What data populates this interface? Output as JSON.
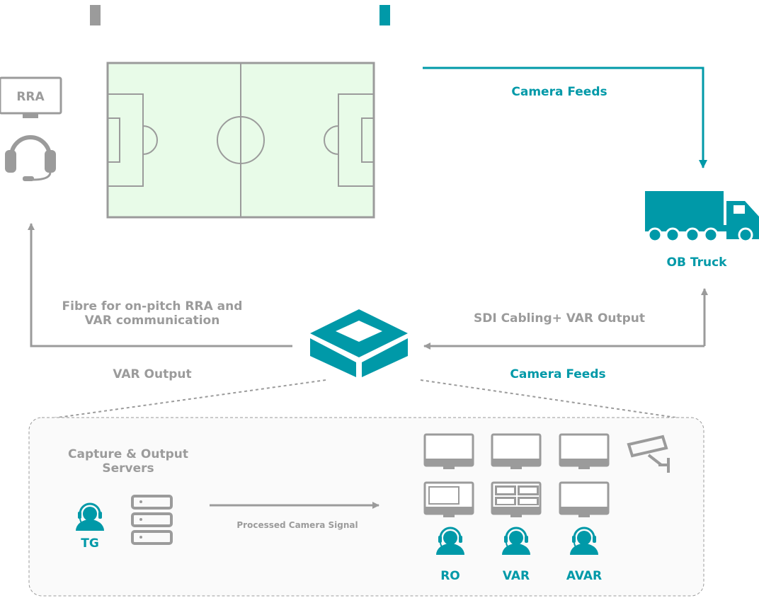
{
  "legend": {
    "swatches": [
      {
        "color": "#9b9b9b"
      },
      {
        "color": "#0099a8"
      }
    ]
  },
  "rra": {
    "label": "RRA"
  },
  "truck": {
    "label": "OB Truck"
  },
  "edges": {
    "camera_feeds_top": "Camera Feeds",
    "fibre_line1": "Fibre for on-pitch RRA and",
    "fibre_line2": "VAR communication",
    "var_output": "VAR Output",
    "sdi_output": "SDI Cabling+ VAR Output",
    "camera_feeds_bottom": "Camera Feeds",
    "processed_signal": "Processed Camera Signal"
  },
  "room": {
    "capture_line1": "Capture & Output",
    "capture_line2": "Servers",
    "operators": {
      "tg": "TG",
      "ro": "RO",
      "var": "VAR",
      "avar": "AVAR"
    }
  },
  "colors": {
    "gray": "#9b9b9b",
    "teal": "#0099a8",
    "pitch": "#e8fbe8",
    "room_bg": "#fafafa"
  }
}
